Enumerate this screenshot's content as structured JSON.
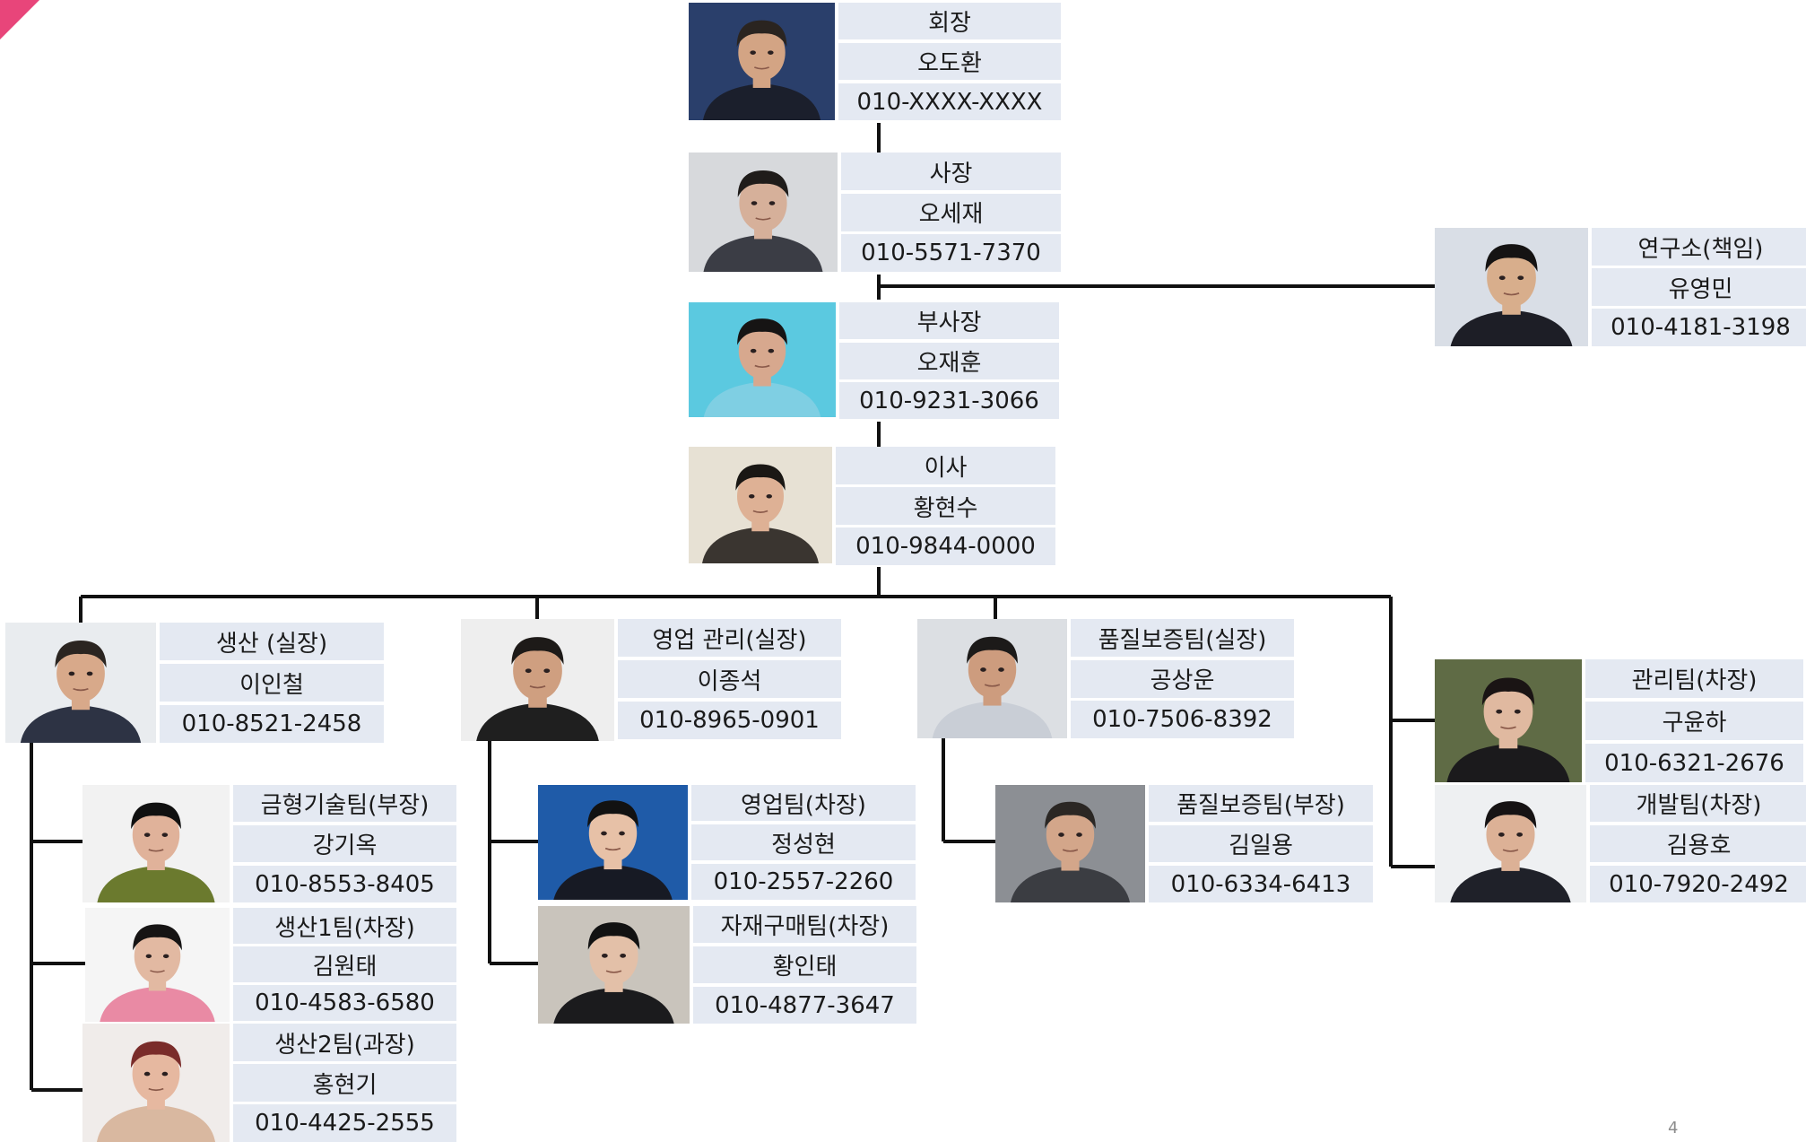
{
  "page_number": "4",
  "people": [
    {
      "id": "chairman",
      "title": "회장",
      "name": "오도환",
      "phone": "010-XXXX-XXXX"
    },
    {
      "id": "president",
      "title": "사장",
      "name": "오세재",
      "phone": "010-5571-7370"
    },
    {
      "id": "vice-president",
      "title": "부사장",
      "name": "오재훈",
      "phone": "010-9231-3066"
    },
    {
      "id": "director",
      "title": "이사",
      "name": "황현수",
      "phone": "010-9844-0000"
    },
    {
      "id": "research-lab",
      "title": "연구소(책임)",
      "name": "유영민",
      "phone": "010-4181-3198"
    },
    {
      "id": "production",
      "title": "생산 (실장)",
      "name": "이인철",
      "phone": "010-8521-2458"
    },
    {
      "id": "sales-management",
      "title": "영업 관리(실장)",
      "name": "이종석",
      "phone": "010-8965-0901"
    },
    {
      "id": "quality-assurance-head",
      "title": "품질보증팀(실장)",
      "name": "공상운",
      "phone": "010-7506-8392"
    },
    {
      "id": "management-team",
      "title": "관리팀(차장)",
      "name": "구윤하",
      "phone": "010-6321-2676"
    },
    {
      "id": "development-team",
      "title": "개발팀(차장)",
      "name": "김용호",
      "phone": "010-7920-2492"
    },
    {
      "id": "mold-tech-team",
      "title": "금형기술팀(부장)",
      "name": "강기옥",
      "phone": "010-8553-8405"
    },
    {
      "id": "production-team-1",
      "title": "생산1팀(차장)",
      "name": "김원태",
      "phone": "010-4583-6580"
    },
    {
      "id": "production-team-2",
      "title": "생산2팀(과장)",
      "name": "홍현기",
      "phone": "010-4425-2555"
    },
    {
      "id": "sales-team",
      "title": "영업팀(차장)",
      "name": "정성현",
      "phone": "010-2557-2260"
    },
    {
      "id": "purchasing-team",
      "title": "자재구매팀(차장)",
      "name": "황인태",
      "phone": "010-4877-3647"
    },
    {
      "id": "quality-assurance-team",
      "title": "품질보증팀(부장)",
      "name": "김일용",
      "phone": "010-6334-6413"
    }
  ],
  "photo_styles": [
    {
      "bg": "#2a3f6b",
      "shirt": "#1b1f2c",
      "skin": "#d3a484",
      "hair": "#2a2420"
    },
    {
      "bg": "#d7d9dc",
      "shirt": "#3b3d45",
      "skin": "#d6b09a",
      "hair": "#1f1c1a"
    },
    {
      "bg": "#5bc9e0",
      "shirt": "#7fcfe3",
      "skin": "#d7a88e",
      "hair": "#161414"
    },
    {
      "bg": "#e7e1d4",
      "shirt": "#3a3530",
      "skin": "#deb195",
      "hair": "#1a1714"
    },
    {
      "bg": "#d9dee6",
      "shirt": "#1d1e26",
      "skin": "#d8ae8c",
      "hair": "#151313"
    },
    {
      "bg": "#e9ecef",
      "shirt": "#2d3344",
      "skin": "#d8a98a",
      "hair": "#2b2521"
    },
    {
      "bg": "#eeeeee",
      "shirt": "#1f1f1f",
      "skin": "#cf9f80",
      "hair": "#1d1a18"
    },
    {
      "bg": "#dcdfe3",
      "shirt": "#c9ced6",
      "skin": "#cd9c7e",
      "hair": "#1c1a19"
    },
    {
      "bg": "#5f6b45",
      "shirt": "#1b1a1c",
      "skin": "#e0b9a0",
      "hair": "#1a1414"
    },
    {
      "bg": "#eef0f2",
      "shirt": "#1f2129",
      "skin": "#dcb196",
      "hair": "#161314"
    },
    {
      "bg": "#f2f2f2",
      "shirt": "#6b7a2e",
      "skin": "#e0b29a",
      "hair": "#101010"
    },
    {
      "bg": "#f5f5f5",
      "shirt": "#e98aa4",
      "skin": "#e2b9a2",
      "hair": "#161414"
    },
    {
      "bg": "#f0ecea",
      "shirt": "#d9b8a0",
      "skin": "#e6b8a0",
      "hair": "#7a2c2a"
    },
    {
      "bg": "#1f5ba8",
      "shirt": "#171a24",
      "skin": "#e7c1a7",
      "hair": "#121212"
    },
    {
      "bg": "#c9c4bc",
      "shirt": "#1b1b1d",
      "skin": "#e3c0a8",
      "hair": "#121212"
    },
    {
      "bg": "#8c8f94",
      "shirt": "#3b3d42",
      "skin": "#d3a68a",
      "hair": "#2b2724"
    }
  ]
}
